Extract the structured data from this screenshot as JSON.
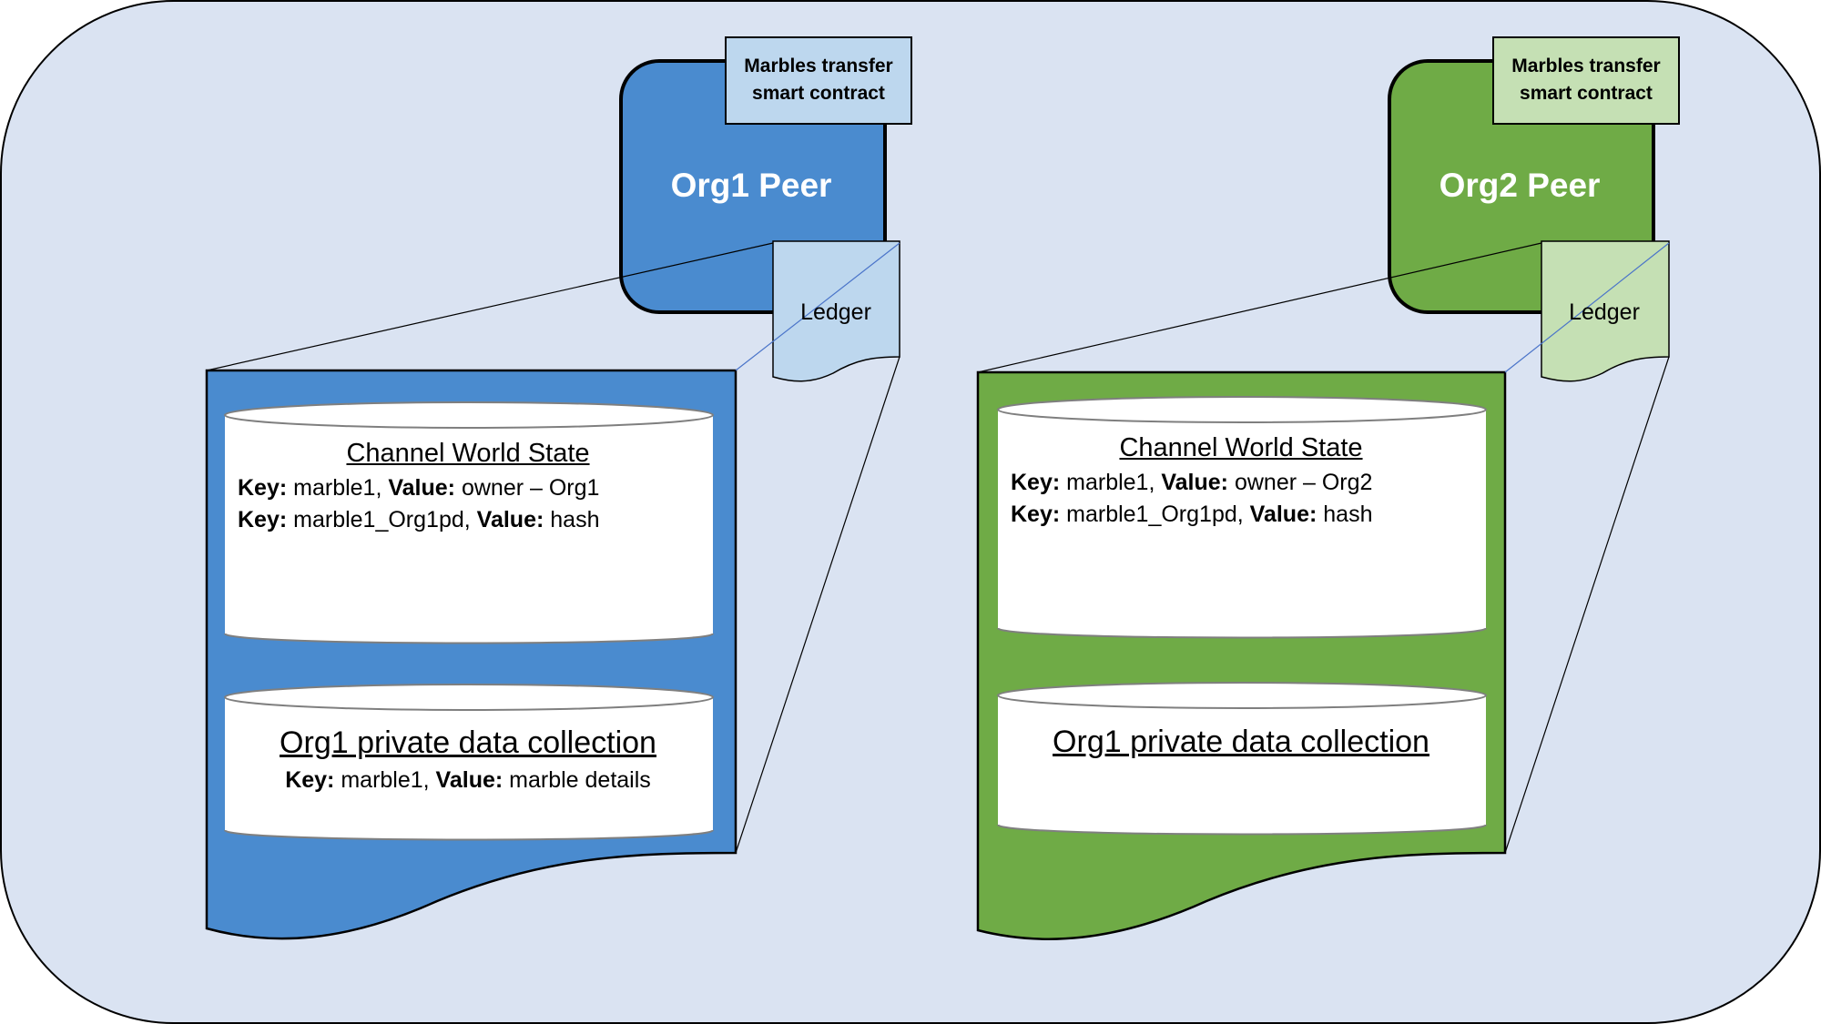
{
  "colors": {
    "background": "#dae3f2",
    "org1_fill": "#4a8bcf",
    "org1_light": "#bdd7ee",
    "org2_fill": "#6fab46",
    "org2_light": "#c5e0b4",
    "connector_blue": "#4a74c9"
  },
  "org1": {
    "peer_title": "Org1 Peer",
    "contract_line1": "Marbles transfer",
    "contract_line2": "smart contract",
    "ledger_label": "Ledger",
    "world_state": {
      "title": "Channel World State",
      "rows": [
        {
          "k_label": "Key:",
          "k_val": "marble1,",
          "v_label": "Value:",
          "v_val": "owner – Org1"
        },
        {
          "k_label": "Key:",
          "k_val": "marble1_Org1pd,",
          "v_label": "Value:",
          "v_val": "hash"
        }
      ]
    },
    "private": {
      "title": "Org1 private data collection",
      "rows": [
        {
          "k_label": "Key:",
          "k_val": "marble1,",
          "v_label": "Value:",
          "v_val": "marble details"
        }
      ]
    }
  },
  "org2": {
    "peer_title": "Org2 Peer",
    "contract_line1": "Marbles transfer",
    "contract_line2": "smart contract",
    "ledger_label": "Ledger",
    "world_state": {
      "title": "Channel World State",
      "rows": [
        {
          "k_label": "Key:",
          "k_val": "marble1,",
          "v_label": "Value:",
          "v_val": "owner – Org2"
        },
        {
          "k_label": "Key:",
          "k_val": "marble1_Org1pd,",
          "v_label": "Value:",
          "v_val": "hash"
        }
      ]
    },
    "private": {
      "title": "Org1 private data collection"
    }
  }
}
